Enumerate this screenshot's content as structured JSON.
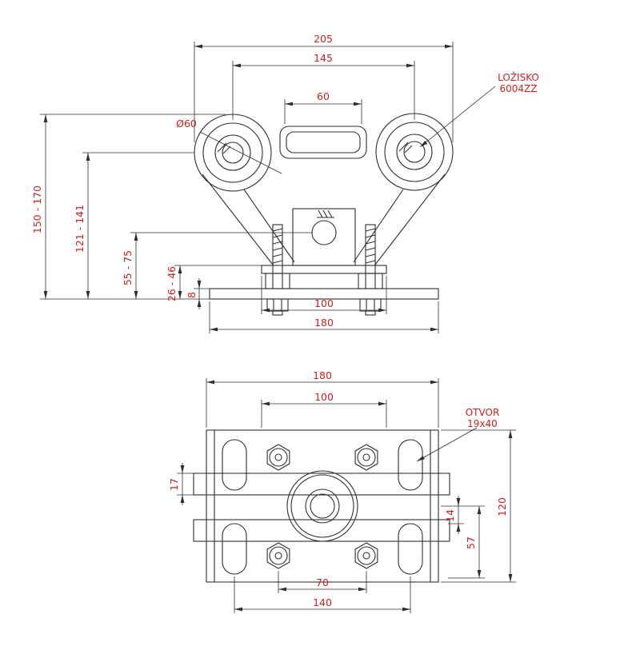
{
  "colors": {
    "linework": "#2f2f2f",
    "dimension_text": "#cc2222",
    "background": "#ffffff"
  },
  "front_view": {
    "labels": {
      "roller_diameter": "Ø60",
      "bearing_line1": "LOŽISKO",
      "bearing_line2": "6004ZZ"
    },
    "dimensions": {
      "overall_width": "205",
      "roller_center_spacing": "145",
      "top_slot_width": "60",
      "overall_height_range": "150 - 170",
      "roller_center_height_range": "121 - 141",
      "pin_height_range": "55 - 75",
      "adjust_range": "26 - 46",
      "plate_thickness": "8",
      "stud_plate_width": "100",
      "base_plate_width": "180"
    }
  },
  "plan_view": {
    "labels": {
      "slot_line1": "OTVOR",
      "slot_line2": "19x40"
    },
    "dimensions": {
      "plate_width": "180",
      "inner_width": "100",
      "flange_width": "17",
      "center_offset": "14",
      "side_height": "57",
      "plate_height": "120",
      "bolt_spacing": "70",
      "slot_spacing": "140"
    }
  }
}
